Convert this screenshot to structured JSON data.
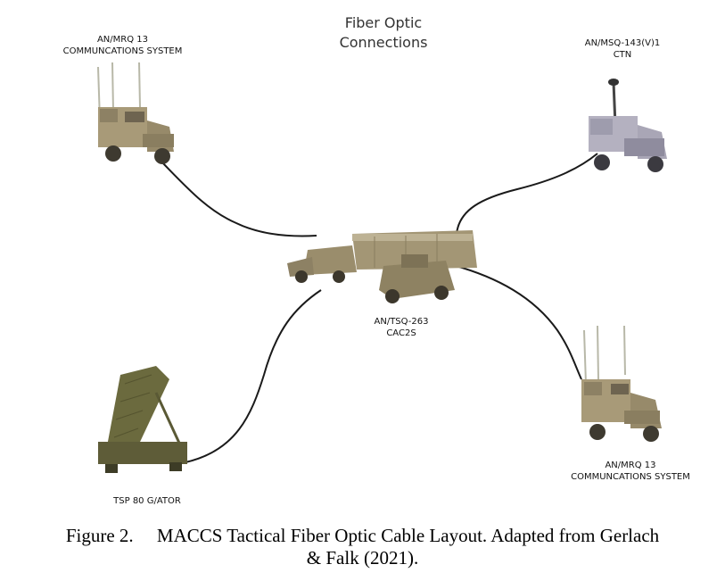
{
  "diagram": {
    "title_line1": "Fiber Optic",
    "title_line2": "Connections",
    "nodes": {
      "top_left": {
        "line1": "AN/MRQ 13",
        "line2": "COMMUNCATIONS SYSTEM"
      },
      "top_right": {
        "line1": "AN/MSQ-143(V)1",
        "line2": "CTN"
      },
      "center": {
        "line1": "AN/TSQ-263",
        "line2": "CAC2S"
      },
      "bottom_right": {
        "line1": "AN/MRQ 13",
        "line2": "COMMUNCATIONS SYSTEM"
      },
      "bottom_left": {
        "line1": "TSP 80 G/ATOR"
      }
    },
    "colors": {
      "cable": "#1a1a1a",
      "vehicle_tan": "#a89a78",
      "vehicle_dark": "#7d7256",
      "radar_green": "#6b6a3e"
    }
  },
  "caption": {
    "line1": "Figure 2.     MACCS Tactical Fiber Optic Cable Layout. Adapted from Gerlach",
    "line2": "& Falk (2021)."
  }
}
